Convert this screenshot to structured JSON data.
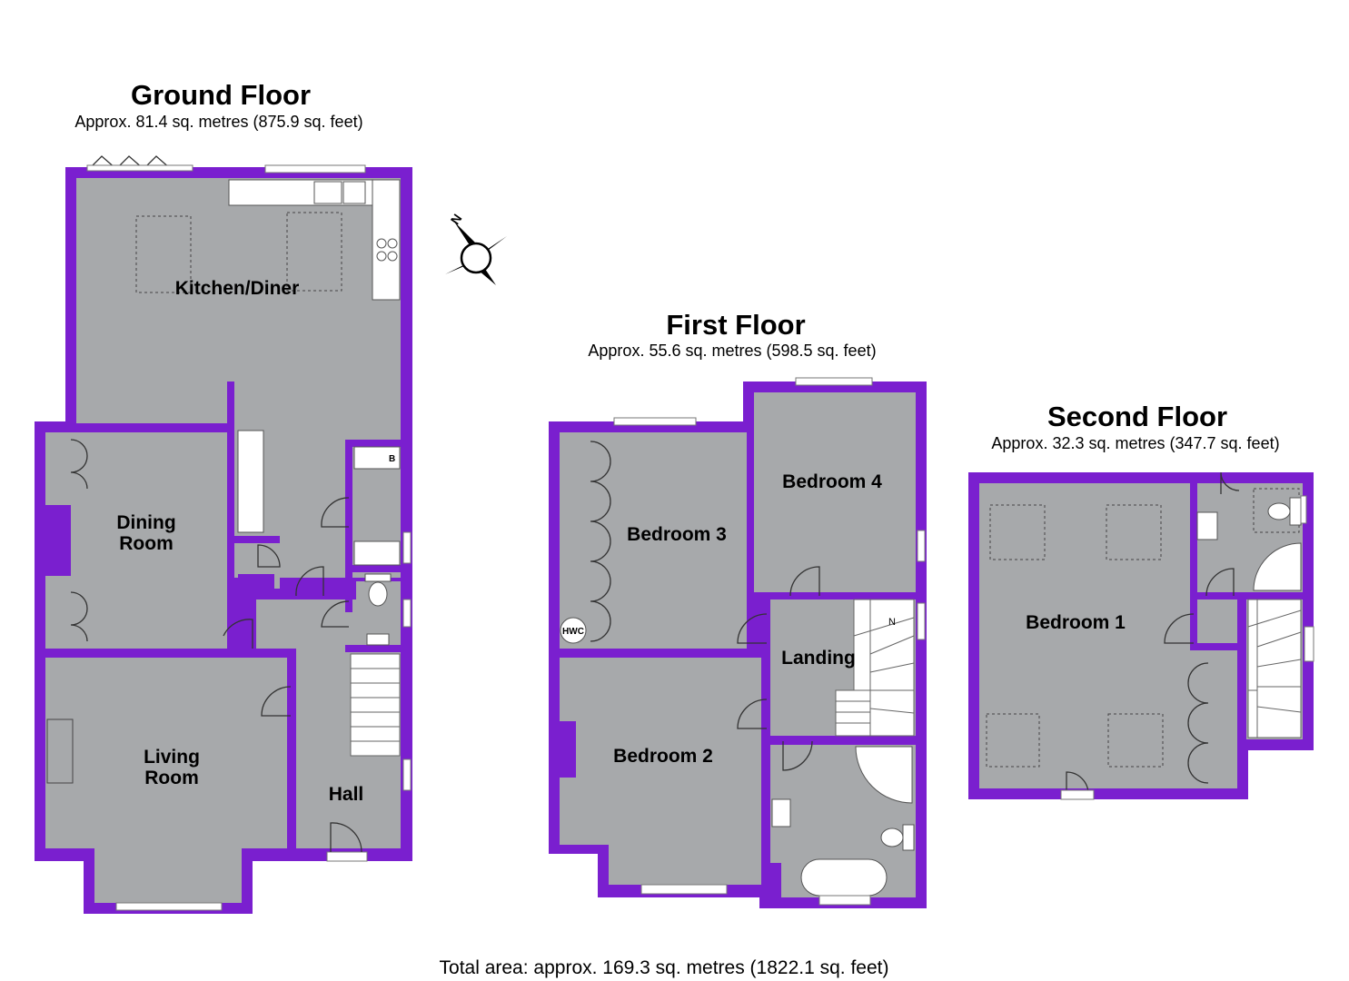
{
  "ground_floor": {
    "title": "Ground Floor",
    "area": "Approx. 81.4 sq. metres (875.9 sq. feet)",
    "rooms": {
      "kitchen": "Kitchen/Diner",
      "dining_line1": "Dining",
      "dining_line2": "Room",
      "living_line1": "Living",
      "living_line2": "Room",
      "hall": "Hall"
    },
    "boiler_label": "B"
  },
  "first_floor": {
    "title": "First Floor",
    "area": "Approx. 55.6 sq. metres (598.5 sq. feet)",
    "rooms": {
      "bedroom3": "Bedroom 3",
      "bedroom4": "Bedroom 4",
      "bedroom2": "Bedroom 2",
      "landing": "Landing"
    },
    "hwc_label": "HWC",
    "stair_label": "N"
  },
  "second_floor": {
    "title": "Second Floor",
    "area": "Approx. 32.3 sq. metres (347.7 sq. feet)",
    "rooms": {
      "bedroom1": "Bedroom 1"
    }
  },
  "compass": {
    "label": "N",
    "icon": "compass-icon"
  },
  "total_area": "Total area: approx. 169.3 sq. metres (1822.1 sq. feet)",
  "colors": {
    "wall": "#7a1fcf",
    "floor": "#a7a9ab",
    "fixture": "#ffffff"
  }
}
